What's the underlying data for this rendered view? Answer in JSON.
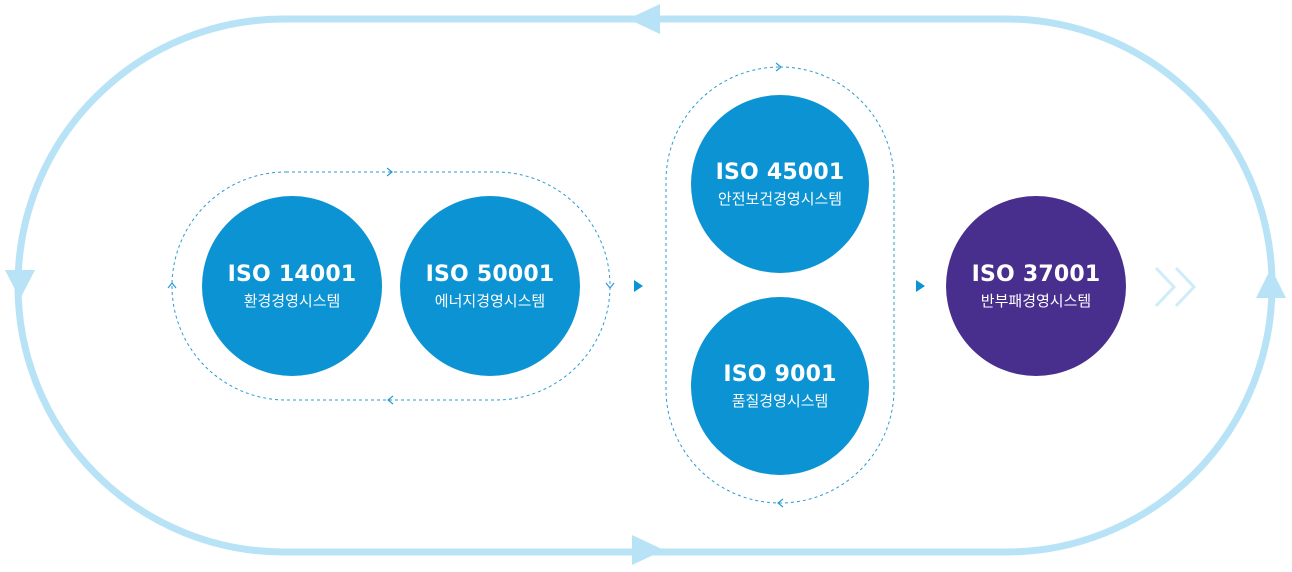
{
  "colors": {
    "outer_loop": "#b8e3f6",
    "dashed": "#2a9bd5",
    "circle_blue": "#0b93d3",
    "circle_purple": "#482f8e",
    "arrow_blue": "#0b93d3",
    "chevrons": "#cfecf9"
  },
  "nodes": {
    "iso14001": {
      "code": "ISO 14001",
      "name": "환경경영시스템"
    },
    "iso50001": {
      "code": "ISO 50001",
      "name": "에너지경영시스템"
    },
    "iso45001": {
      "code": "ISO 45001",
      "name": "안전보건경영시스템"
    },
    "iso9001": {
      "code": "ISO 9001",
      "name": "품질경영시스템"
    },
    "iso37001": {
      "code": "ISO 37001",
      "name": "반부패경영시스템"
    }
  },
  "icons": {
    "loop_arrows": "triangle-arrow-icon",
    "flow_arrows": "play-triangle-icon",
    "cycle_arrows": "small-chevron-icon",
    "continuation": "double-chevron-right-icon"
  }
}
